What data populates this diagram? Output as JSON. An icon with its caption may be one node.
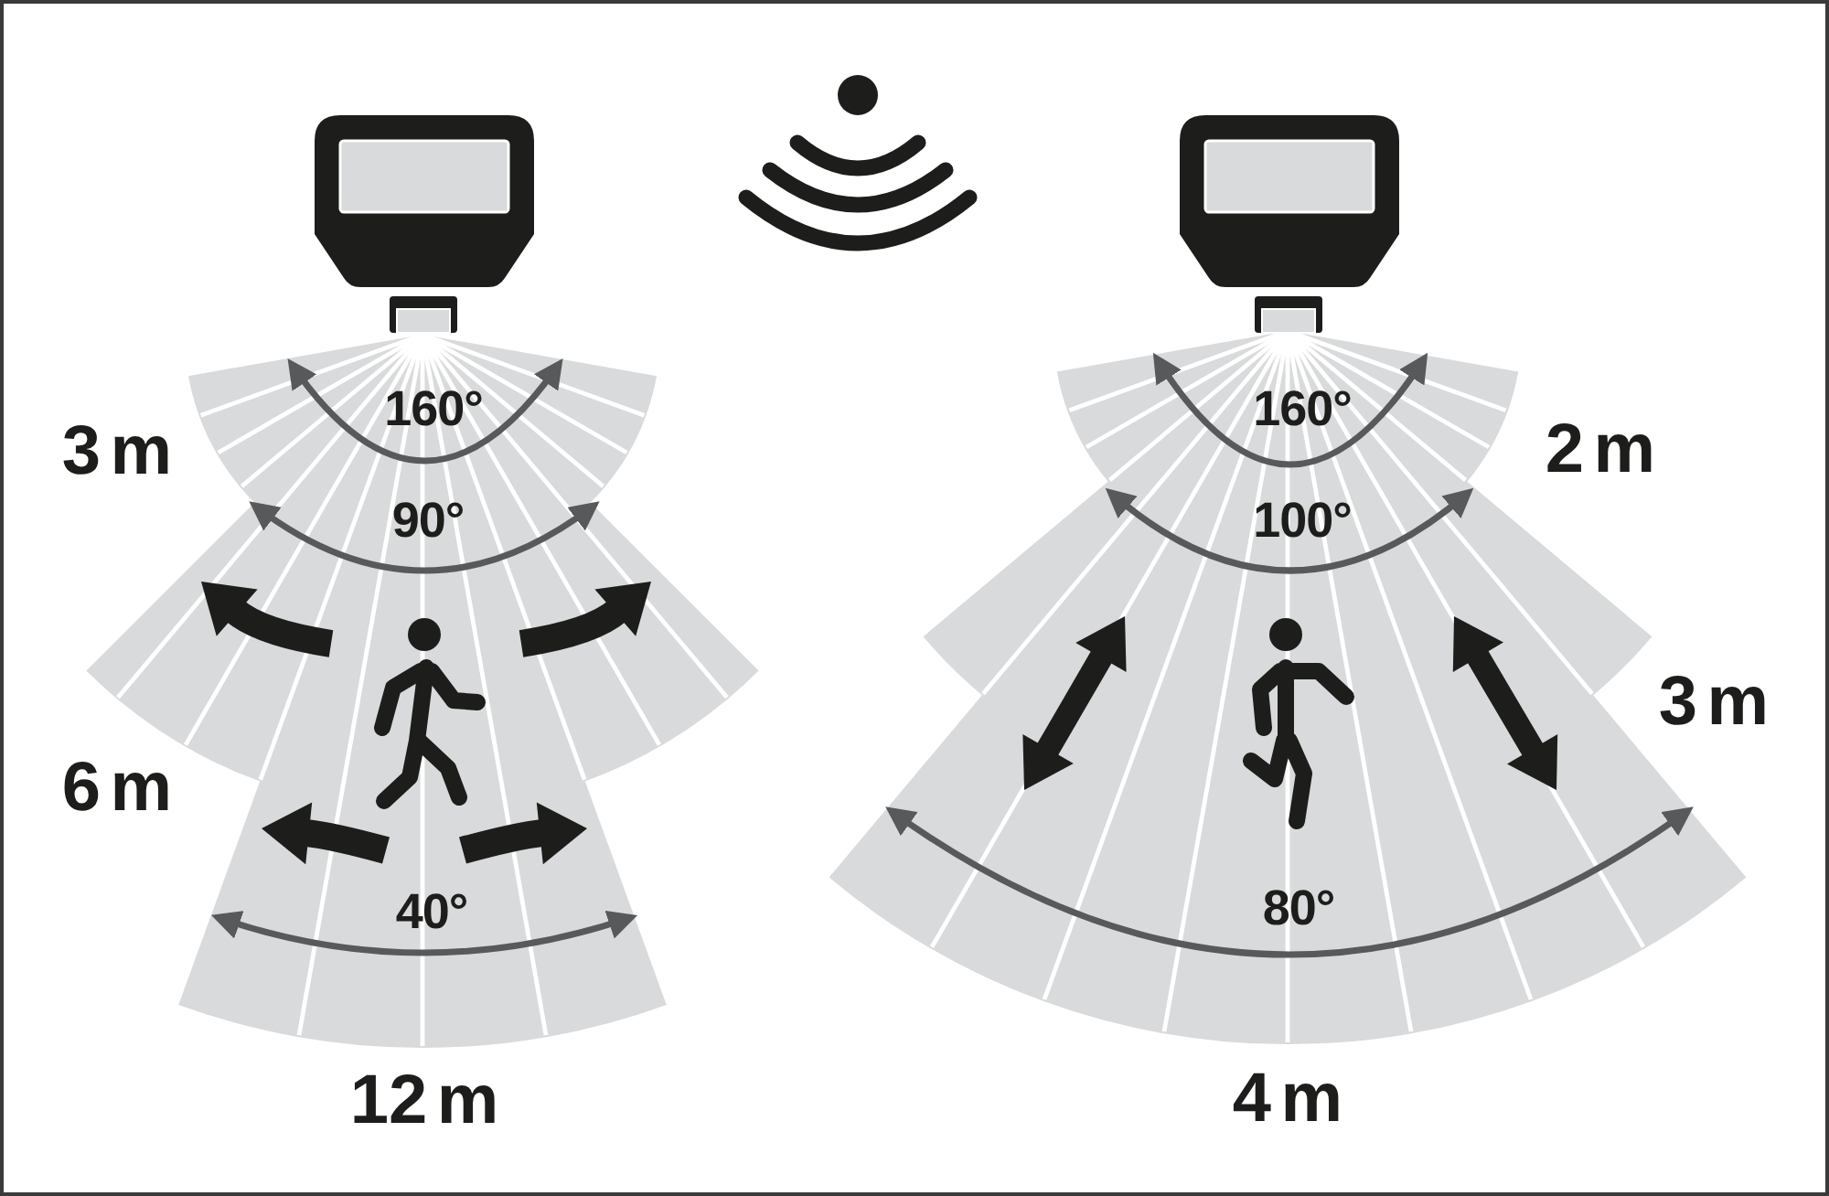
{
  "diagram": {
    "labels": [
      "3 m",
      "160°",
      "90°",
      "6 m",
      "40°",
      "12 m",
      "160°",
      "2 m",
      "100°",
      "3 m",
      "80°",
      "4 m"
    ]
  }
}
